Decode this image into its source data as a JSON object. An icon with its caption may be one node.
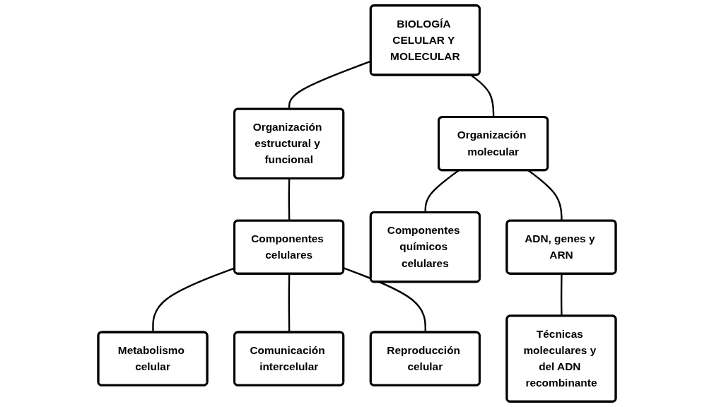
{
  "diagram": {
    "nodes": [
      {
        "text": [
          "BIOLOGÍA CELULAR Y MOLECULAR"
        ]
      },
      {
        "text": [
          "Organización estructural y funcional"
        ]
      },
      {
        "text": [
          "Organización molecular"
        ]
      },
      {
        "text": [
          "Componentes celulares"
        ]
      },
      {
        "text": [
          "Metabolismo celular"
        ]
      },
      {
        "text": [
          "Comunicación intercelular"
        ]
      },
      {
        "text": [
          "Reproducción celular"
        ]
      },
      {
        "text": [
          "Componentes químicos celulares"
        ]
      },
      {
        "text": [
          "ADN, genes y ARN"
        ]
      },
      {
        "text": [
          "Técnicas moleculares y del ADN recombinante"
        ]
      }
    ],
    "edges": [
      {
        "from": 0,
        "to": 1,
        "arrow": "none"
      },
      {
        "from": 0,
        "to": 2,
        "arrow": "none"
      },
      {
        "from": 1,
        "to": 3,
        "arrow": "none"
      },
      {
        "from": 3,
        "to": 4,
        "arrow": "none"
      },
      {
        "from": 3,
        "to": 5,
        "arrow": "none"
      },
      {
        "from": 3,
        "to": 6,
        "arrow": "none"
      },
      {
        "from": 2,
        "to": 7,
        "arrow": "none"
      },
      {
        "from": 2,
        "to": 8,
        "arrow": "none"
      },
      {
        "from": 8,
        "to": 9,
        "arrow": "none"
      }
    ]
  }
}
